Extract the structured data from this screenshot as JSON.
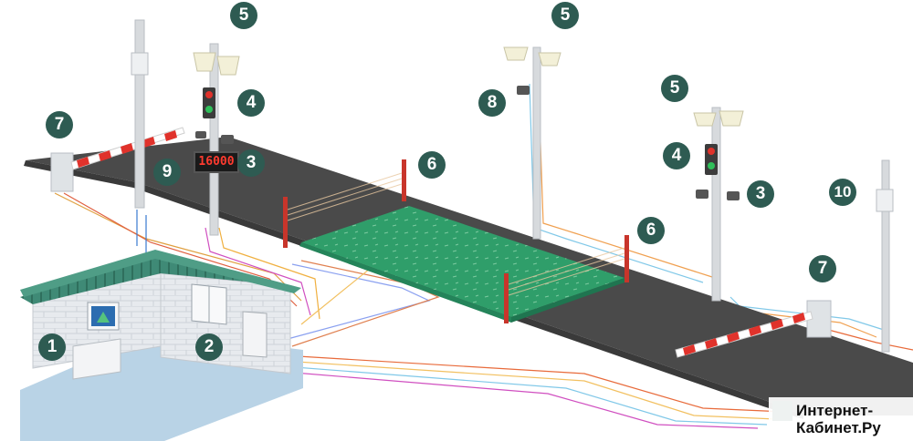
{
  "display": {
    "weight_reading": "16000"
  },
  "watermark": {
    "line1": "Интернет-",
    "line2": "Кабинет.Ру"
  },
  "badges": {
    "b1": "1",
    "b2": "2",
    "b3a": "3",
    "b3b": "3",
    "b4a": "4",
    "b4b": "4",
    "b5a": "5",
    "b5b": "5",
    "b5c": "5",
    "b6a": "6",
    "b6b": "6",
    "b7a": "7",
    "b7b": "7",
    "b8": "8",
    "b9": "9",
    "b10": "10"
  },
  "colors": {
    "road": "#4a4a4a",
    "platform": "#2f9e6a",
    "badge": "#2e5b52",
    "roof": "#3f8a76",
    "wall": "#e6e9ec",
    "floor": "#b9d3e6",
    "barrier_red": "#e0322b",
    "post": "#d7dadd"
  }
}
